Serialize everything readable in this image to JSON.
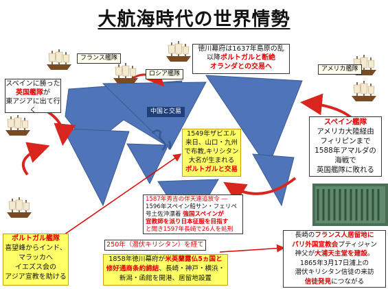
{
  "title": "大航海時代の世界情勢",
  "labels": {
    "france": "フランス艦隊",
    "russia": "ロシア艦隊",
    "america": "アメリカ艦隊",
    "china_trade": "中国と交易"
  },
  "box_spain_victory": {
    "l1": "スペインに勝った",
    "l2": "英国艦隊",
    "l3": "が",
    "l4": "東アジアに出て行く"
  },
  "box_tokugawa": {
    "l1": "徳川幕府は1637年島原の乱",
    "l2a": "以降",
    "l2b": "ポルトガルと断絶",
    "l3": "オランダとの交易へ"
  },
  "box_spain_fleet": {
    "l1": "スペイン艦隊",
    "l2": "アメリカ大陸経由",
    "l3": "フィリピンまで",
    "l4": "1588年アマルダの",
    "l5": "海戦で",
    "l6": "英国艦隊に敗れる"
  },
  "box_xavier": {
    "l1": "1549年ザビエル",
    "l2": "来日、山口・九州",
    "l3": "で布教,キリシタン",
    "l4": "大名が生まれる",
    "l5": "ポルトガルと交易"
  },
  "box_1587": {
    "l1": "1587年秀吉の伴天連追放令 ―",
    "l2": "1596年スペイン船サン・フェリペ",
    "l3a": "号土佐沖漂着 ",
    "l3b": "強国スペインが",
    "l4": "宣教師を派り日本征服を目指す",
    "l5": "と聞き1597年長崎で26人を処刑"
  },
  "box_250": {
    "text": "250年（潜伏キリシタン）を経て"
  },
  "box_portugal": {
    "l1": "ポルトガル艦隊",
    "l2": "喜望峰からインド、",
    "l3": "マラッカへ",
    "l4": "イエズス会の",
    "l5": "アジア宣教を助ける"
  },
  "box_1858": {
    "l1a": "1858年徳川幕府が",
    "l1b": "米英蘭露仏5ヵ国と",
    "l2a": "修好通商条約締結",
    "l2b": "、長崎・神戸・横浜・",
    "l3": "新潟・函館を開港、居留地設置"
  },
  "box_nagasaki": {
    "l1a": "長崎の",
    "l1b": "フランス人居留地に",
    "l2a": "パリ外国宣教会",
    "l2b": "プティジャン",
    "l3a": "神父が",
    "l3b": "大浦天主堂を建設",
    "l3c": "。",
    "l4": "1865年3月17日浦上の",
    "l5": "潜伏キリシタン信徒の来訪",
    "l6a": "信徒発見",
    "l6b": "につながる"
  },
  "colors": {
    "continent": "#4f74b8",
    "arrow": "#d8261f",
    "highlight_box": "#ffff66",
    "red_text": "#e00000",
    "photo_green": "#4a6e55"
  },
  "icons": [
    "sailing-ship-icon",
    "sailing-ship-icon",
    "sailing-ship-icon",
    "sailing-ship-icon",
    "sailing-ship-icon",
    "sailing-ship-icon",
    "sailing-ship-icon"
  ]
}
